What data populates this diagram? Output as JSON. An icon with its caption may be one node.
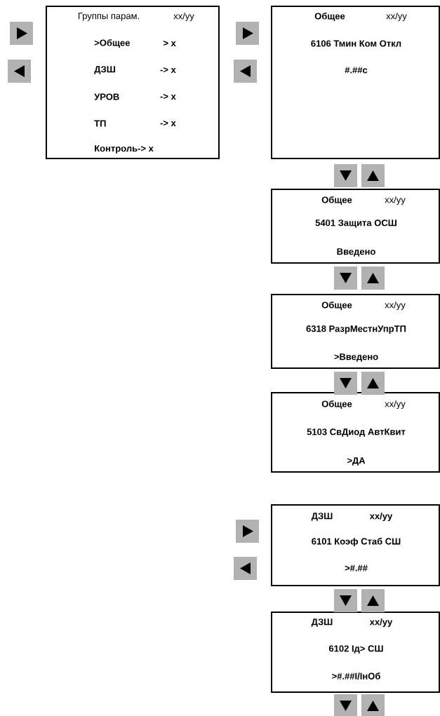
{
  "diagram": {
    "nodes": [
      {
        "text": [
          "Группы парам.",
          "xx/yy",
          ">Общее",
          "> x",
          "ДЗШ",
          "-> x",
          "УРОВ",
          "-> x",
          "ТП",
          "-> x",
          "Контроль-> x"
        ]
      },
      {
        "text": [
          "Общее",
          "xx/yy",
          "6106 Тмин Ком Откл",
          "#.##с"
        ]
      },
      {
        "text": [
          "Общее",
          "xx/yy",
          "5401 Защита ОСШ",
          "Введено"
        ]
      },
      {
        "text": [
          "Общее",
          "xx/yy",
          "6318 РазрМестнУпрТП",
          ">Введено"
        ]
      },
      {
        "text": [
          "Общее",
          "xx/yy",
          "5103 СвДиод АвтКвит",
          ">ДА"
        ]
      },
      {
        "text": [
          "ДЗШ",
          "xx/yy",
          "6101 Коэф Стаб СШ",
          ">#.##"
        ]
      },
      {
        "text": [
          "ДЗШ",
          "xx/yy",
          "6102 Iд> СШ",
          ">#.##I/IнОб"
        ]
      }
    ]
  }
}
